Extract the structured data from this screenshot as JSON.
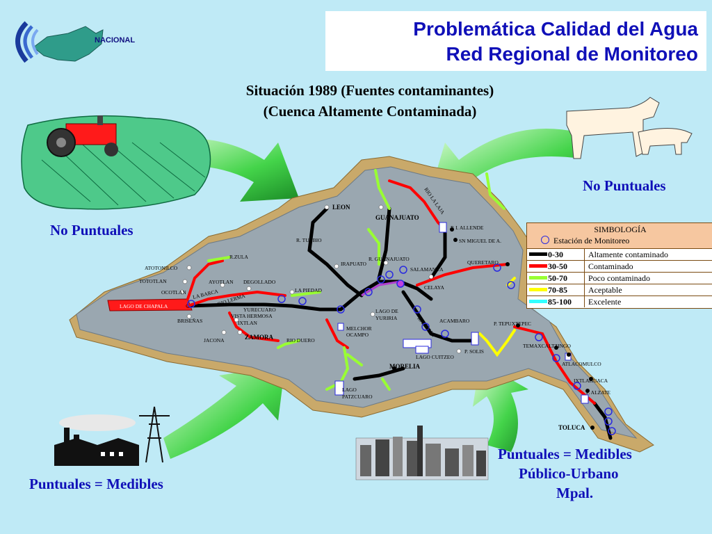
{
  "header": {
    "logo_label": "NACIONAL",
    "title_line1": "Problemática Calidad del Agua",
    "title_line2": "Red Regional de Monitoreo"
  },
  "subtitle": {
    "line1": "Situación 1989 (Fuentes contaminantes)",
    "line2": "(Cuenca Altamente Contaminada)"
  },
  "callouts": {
    "left_top": "No Puntuales",
    "right_top": "No Puntuales",
    "bottom_left": "Puntuales = Medibles",
    "bottom_right_1": "Puntuales = Medibles",
    "bottom_right_2": "Público-Urbano",
    "bottom_right_3": "Mpal."
  },
  "legend": {
    "title": "SIMBOLOGÍA",
    "station": "Estación de Monitoreo",
    "rows": [
      {
        "range": "0-30",
        "desc": "Altamente contaminado",
        "color": "#000000"
      },
      {
        "range": "30-50",
        "desc": "Contaminado",
        "color": "#ff0000"
      },
      {
        "range": "50-70",
        "desc": "Poco contaminado",
        "color": "#99ff33"
      },
      {
        "range": "70-85",
        "desc": "Aceptable",
        "color": "#ffff00"
      },
      {
        "range": "85-100",
        "desc": "Excelente",
        "color": "#33ffff"
      }
    ]
  },
  "map": {
    "lake_chapala": "LAGO DE    CHAPALA",
    "cities_bold": [
      "LEON",
      "GUANAJUATO",
      "ZAMORA",
      "MORELIA",
      "TOLUCA"
    ],
    "places": {
      "atotonilco": "ATOTONILCO",
      "tototlan": "TOTOTLAN",
      "ocotlan": "OCOTLAN",
      "la_barca": "LA BARCA",
      "brisenas": "BRISEÑAS",
      "jacona": "JACONA",
      "ayotlan": "AYOTLAN",
      "degollado": "DEGOLLADO",
      "r_zula": "R.ZULA",
      "r_turbio": "R. TURBIO",
      "la_piedad": "LA PIEDAD",
      "yurecuaro": "YURECUARO",
      "vista_hermosa": "VISTA HERMOSA",
      "ixtlan": "IXTLAN",
      "r_duero": "RIO DUERO",
      "r_lerma_1": "RIO LERMA",
      "irapuato": "IRAPUATO",
      "r_guanajuato": "R. GUANAJUATO",
      "salamanca": "SALAMANCA",
      "celaya": "CELAYA",
      "lago_yuriria": "LAGO DE",
      "lago_yuriria_2": "YURIRIA",
      "r_lerma_2": "R. LERMA",
      "melchor": "MELCHOR",
      "ocampo": "OCAMPO",
      "acambaro": "ACAMBARO",
      "lago_cuitzeo": "LAGO CUITZEO",
      "p_solis": "P. SOLIS",
      "lago_patzcuaro": "LAGO",
      "lago_patzcuaro_2": "PATZCUARO",
      "rio_laja": "RIO LA LAJA",
      "p_allende": "P. I. ALLENDE",
      "sn_miguel": "SN MIGUEL DE A.",
      "queretaro": "QUERETARO",
      "p_tepuxtepec": "P. TEPUXTEPEC",
      "temascaltzingo": "TEMAXCALTZINGO",
      "atlacomulco": "ATLACOMULCO",
      "ixtlahuaca": "IXTLAHUACA",
      "p_alzate": "P. ALZATE"
    }
  }
}
